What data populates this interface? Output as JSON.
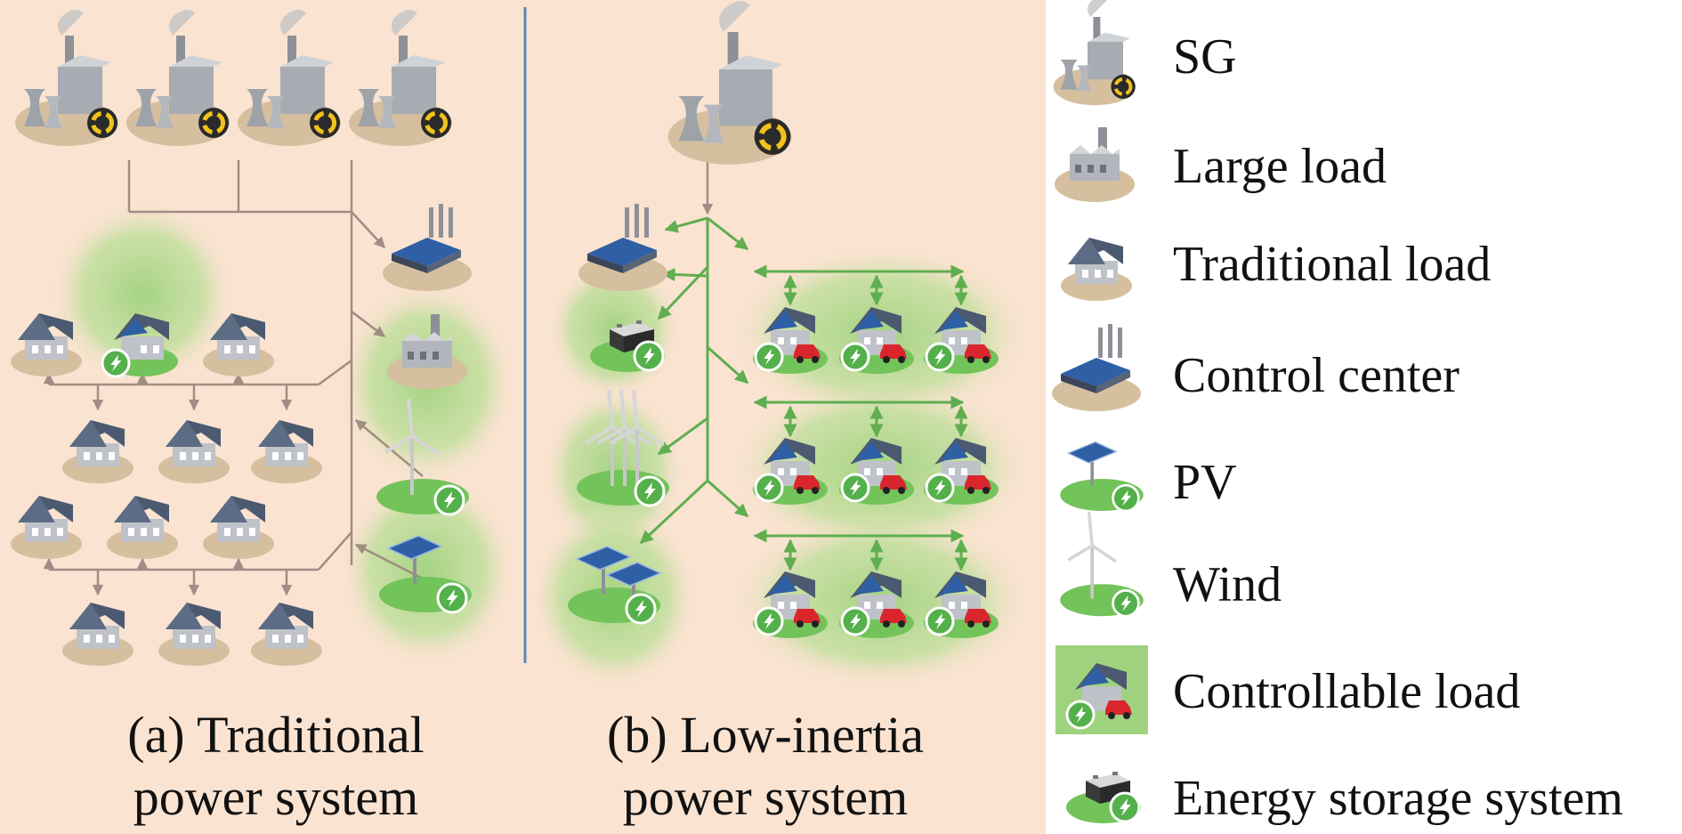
{
  "panels": {
    "a": {
      "caption_line1": "(a) Traditional",
      "caption_line2": "power system"
    },
    "b": {
      "caption_line1": "(b) Low-inertia",
      "caption_line2": "power system"
    }
  },
  "legend": [
    {
      "label": "SG",
      "icon": "synchronous-generator-icon"
    },
    {
      "label": "Large load",
      "icon": "factory-icon"
    },
    {
      "label": "Traditional load",
      "icon": "house-icon"
    },
    {
      "label": "Control center",
      "icon": "control-center-icon"
    },
    {
      "label": "PV",
      "icon": "solar-panel-icon"
    },
    {
      "label": "Wind",
      "icon": "wind-turbine-icon"
    },
    {
      "label": "Controllable load",
      "icon": "smart-home-icon"
    },
    {
      "label": "Energy storage system",
      "icon": "battery-icon"
    }
  ],
  "colors": {
    "panel_background": "#fae3d1",
    "divider": "#5b86b8",
    "traditional_wire": "#a08d83",
    "green_wire": "#5fae4f",
    "glow": "#9fd27e",
    "roof": "#4b5a70",
    "wall": "#bfc2c8",
    "ground": "#d5bf9f",
    "solar": "#2f5fa5",
    "car": "#d9262c",
    "badge_green": "#54b04a",
    "badge_yellow": "#f1c21b"
  }
}
